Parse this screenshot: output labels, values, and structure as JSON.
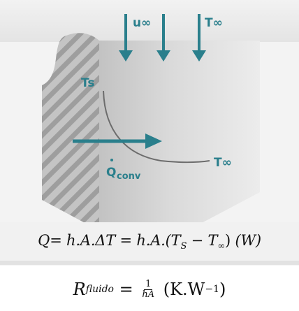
{
  "diagram": {
    "labels": {
      "u_inf": "u∞",
      "t_inf_top": "T∞",
      "t_s": "Ts",
      "t_inf_right": "T∞",
      "q_conv": "Q",
      "q_conv_sub": "conv"
    },
    "colors": {
      "arrow": "#2a7f8c",
      "hatch_bg": "#c9c9c9",
      "fluid_bg": "#d6d6d6",
      "equation_box": "#f1f1f1"
    }
  },
  "equations": {
    "convection": {
      "lhs": "Q",
      "eq1": "= h.A.ΔT = h.A.(T",
      "sub_s": "S",
      "minus": " − T",
      "sub_inf": "∞",
      "close": ") ",
      "unit": "(W)"
    },
    "resistance": {
      "lhs": "R",
      "sub": "fluido",
      "eq": " = ",
      "num": "1",
      "den": "hA",
      "unit_open": " (K.W",
      "exp": "−1",
      "unit_close": ")"
    }
  }
}
